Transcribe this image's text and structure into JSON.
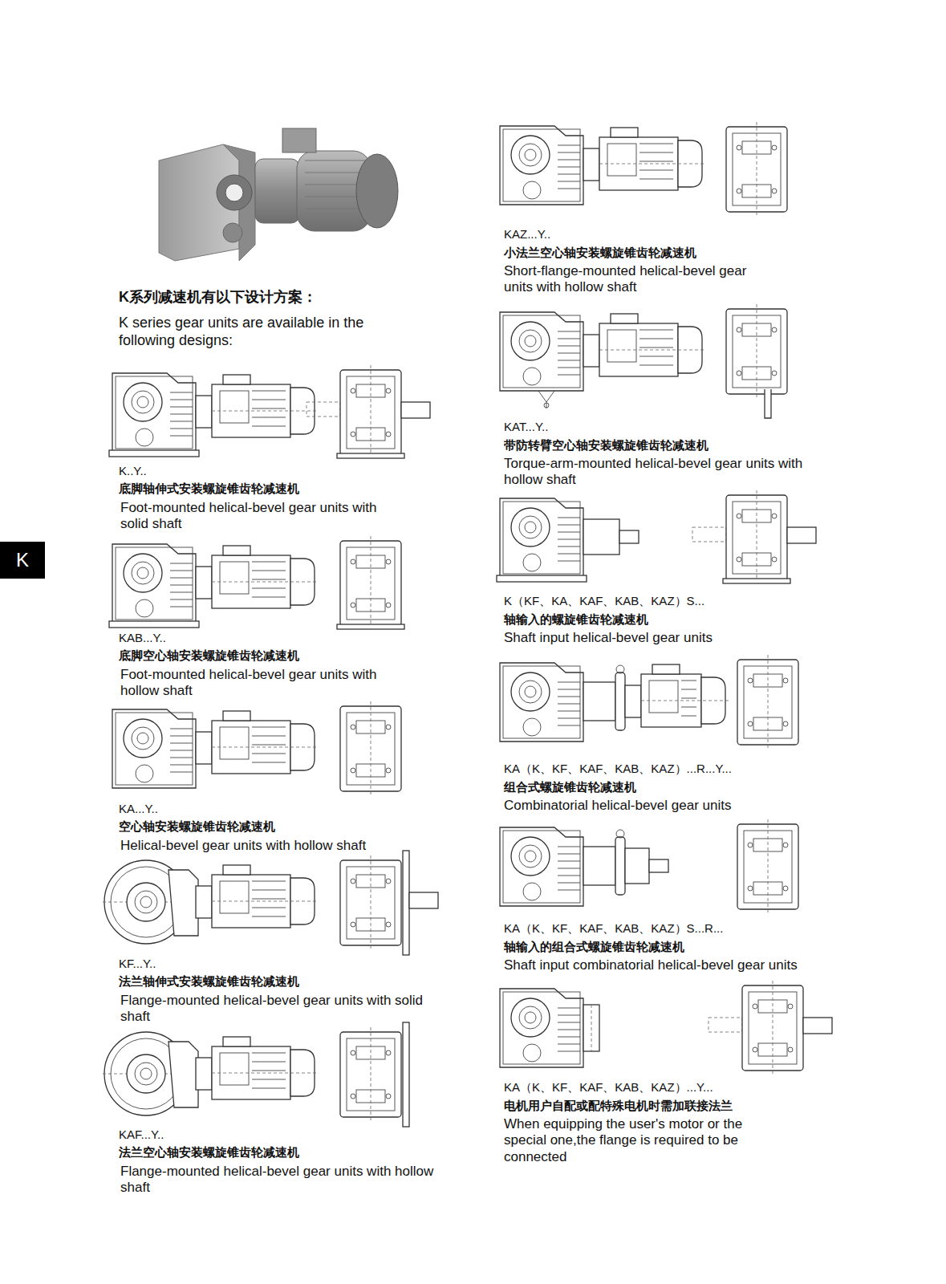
{
  "diagram": {
    "title": "K系列减速机有以下设计方案：",
    "nodes": [
      {
        "text": [
          "K"
        ]
      }
    ],
    "labels": [
      "K series gear units are available in the following designs:",
      "K..Y..",
      "底脚轴伸式安装螺旋锥齿轮减速机",
      "Foot-mounted helical-bevel gear units with solid shaft",
      "KAB...Y..",
      "底脚空心轴安装螺旋锥齿轮减速机",
      "Foot-mounted helical-bevel gear units with hollow shaft",
      "KA...Y..",
      "空心轴安装螺旋锥齿轮减速机",
      "Helical-bevel gear units with hollow shaft",
      "KF...Y..",
      "法兰轴伸式安装螺旋锥齿轮减速机",
      "Flange-mounted helical-bevel gear units with solid shaft",
      "KAF...Y..",
      "法兰空心轴安装螺旋锥齿轮减速机",
      "Flange-mounted helical-bevel gear units with hollow shaft",
      "KAZ...Y..",
      "小法兰空心轴安装螺旋锥齿轮减速机",
      "Short-flange-mounted helical-bevel gear units with hollow shaft",
      "KAT...Y..",
      "带防转臂空心轴安装螺旋锥齿轮减速机",
      "Torque-arm-mounted helical-bevel gear units with hollow shaft",
      "K（KF、KA、KAF、KAB、KAZ）S...",
      "轴输入的螺旋锥齿轮减速机",
      "Shaft input helical-bevel gear units",
      "KA（K、KF、KAF、KAB、KAZ）...R...Y...",
      "组合式螺旋锥齿轮减速机",
      "Combinatorial helical-bevel gear units",
      "KA（K、KF、KAF、KAB、KAZ）S...R...",
      "轴输入的组合式螺旋锥齿轮减速机",
      "Shaft input combinatorial helical-bevel gear units",
      "KA（K、KF、KAF、KAB、KAZ）...Y...",
      "电机用户自配或配特殊电机时需加联接法兰",
      "When equipping the user's motor or the special one,the flange is required to be connected"
    ]
  }
}
